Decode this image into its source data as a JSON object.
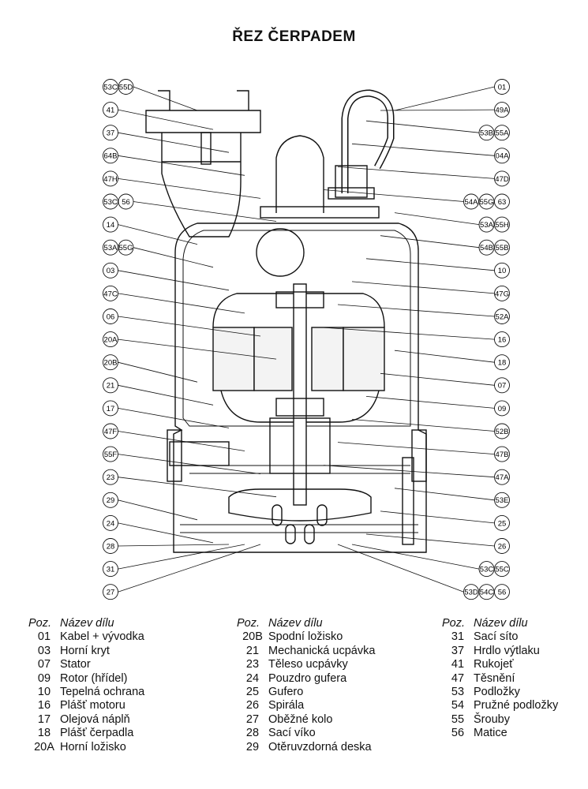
{
  "title": "ŘEZ ČERPADEM",
  "callouts_left": [
    [
      "53C",
      "55D"
    ],
    [
      "41"
    ],
    [
      "37"
    ],
    [
      "64B"
    ],
    [
      "47H"
    ],
    [
      "53C",
      "56"
    ],
    [
      "14"
    ],
    [
      "53A",
      "55G"
    ],
    [
      "03"
    ],
    [
      "47C"
    ],
    [
      "06"
    ],
    [
      "20A"
    ],
    [
      "20B"
    ],
    [
      "21"
    ],
    [
      "17"
    ],
    [
      "47F"
    ],
    [
      "55F"
    ],
    [
      "23"
    ],
    [
      "29"
    ],
    [
      "24"
    ],
    [
      "28"
    ],
    [
      "31"
    ],
    [
      "27"
    ]
  ],
  "callouts_right": [
    [
      "01"
    ],
    [
      "49A"
    ],
    [
      "53B",
      "55A"
    ],
    [
      "04A"
    ],
    [
      "47D"
    ],
    [
      "54A",
      "55G",
      "63"
    ],
    [
      "53A",
      "55H"
    ],
    [
      "54B",
      "55B"
    ],
    [
      "10"
    ],
    [
      "47G"
    ],
    [
      "52A"
    ],
    [
      "16"
    ],
    [
      "18"
    ],
    [
      "07"
    ],
    [
      "09"
    ],
    [
      "52B"
    ],
    [
      "47B"
    ],
    [
      "47A"
    ],
    [
      "53E"
    ],
    [
      "25"
    ],
    [
      "26"
    ],
    [
      "53C",
      "55C"
    ],
    [
      "53D",
      "54C",
      "56"
    ]
  ],
  "legend": {
    "header_poz": "Poz.",
    "header_name": "Název dílu",
    "columns": [
      [
        {
          "poz": "01",
          "name": "Kabel + vývodka"
        },
        {
          "poz": "03",
          "name": "Horní kryt"
        },
        {
          "poz": "07",
          "name": "Stator"
        },
        {
          "poz": "09",
          "name": "Rotor (hřídel)"
        },
        {
          "poz": "10",
          "name": "Tepelná ochrana"
        },
        {
          "poz": "16",
          "name": "Plášť motoru"
        },
        {
          "poz": "17",
          "name": "Olejová náplň"
        },
        {
          "poz": "18",
          "name": "Plášť čerpadla"
        },
        {
          "poz": "20A",
          "name": "Horní ložisko"
        }
      ],
      [
        {
          "poz": "20B",
          "name": "Spodní ložisko"
        },
        {
          "poz": "21",
          "name": "Mechanická ucpávka"
        },
        {
          "poz": "23",
          "name": "Těleso ucpávky"
        },
        {
          "poz": "24",
          "name": "Pouzdro gufera"
        },
        {
          "poz": "25",
          "name": "Gufero"
        },
        {
          "poz": "26",
          "name": "Spirála"
        },
        {
          "poz": "27",
          "name": "Oběžné kolo"
        },
        {
          "poz": "28",
          "name": "Sací víko"
        },
        {
          "poz": "29",
          "name": "Otěruvzdorná deska"
        }
      ],
      [
        {
          "poz": "31",
          "name": "Sací síto"
        },
        {
          "poz": "37",
          "name": "Hrdlo výtlaku"
        },
        {
          "poz": "41",
          "name": "Rukojeť"
        },
        {
          "poz": "47",
          "name": "Těsnění"
        },
        {
          "poz": "53",
          "name": "Podložky"
        },
        {
          "poz": "54",
          "name": "Pružné podložky"
        },
        {
          "poz": "55",
          "name": "Šrouby"
        },
        {
          "poz": "56",
          "name": "Matice"
        }
      ]
    ]
  }
}
